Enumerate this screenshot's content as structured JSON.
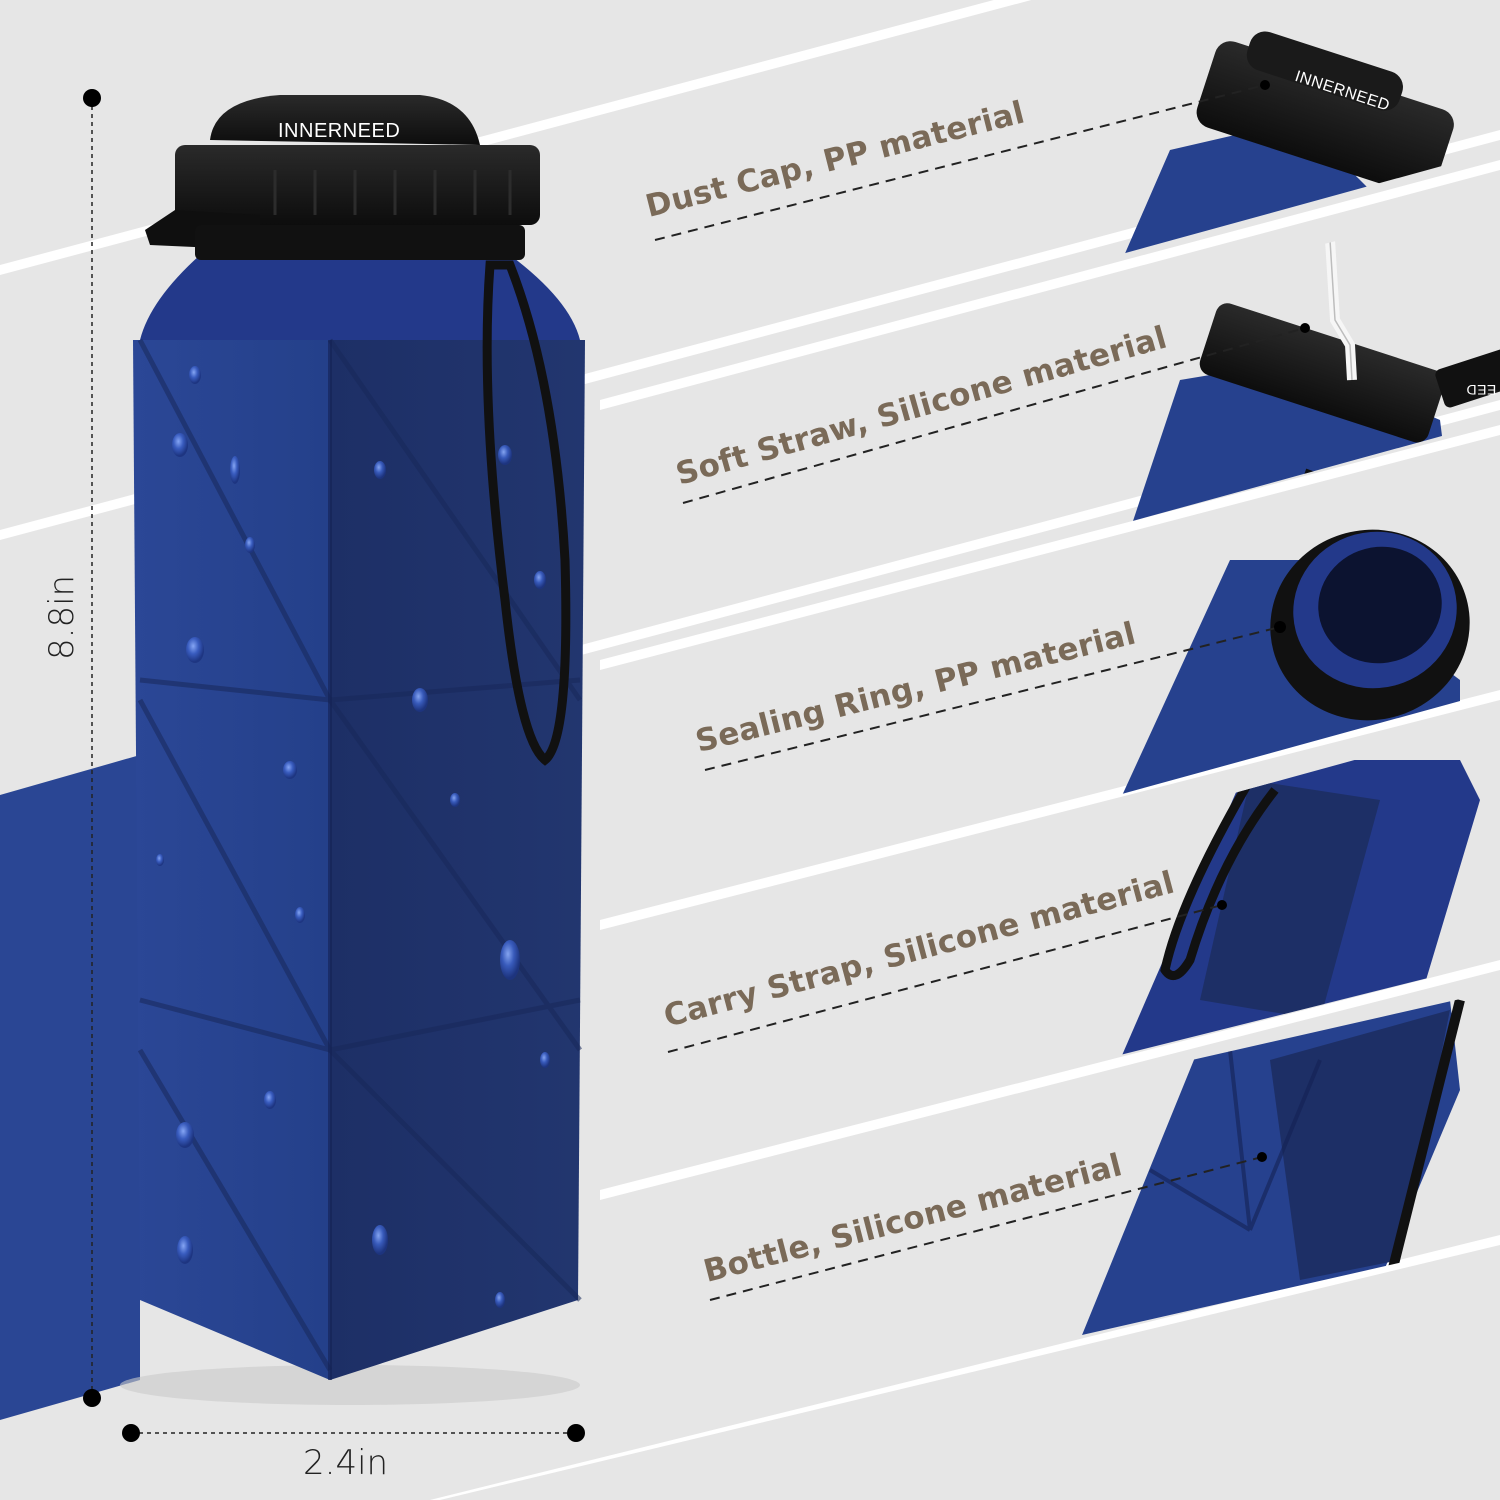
{
  "product": {
    "brand": "INNERNEED",
    "main_color": "#1f3a8a"
  },
  "dimensions": {
    "height": "8.8in",
    "width": "2.4in"
  },
  "callouts": [
    {
      "id": "dust-cap",
      "label": "Dust Cap, PP material"
    },
    {
      "id": "soft-straw",
      "label": "Soft Straw, Silicone material"
    },
    {
      "id": "sealing-ring",
      "label": "Sealing Ring, PP material"
    },
    {
      "id": "carry-strap",
      "label": "Carry Strap, Silicone material"
    },
    {
      "id": "bottle",
      "label": "Bottle, Silicone material"
    }
  ],
  "detail_views": {
    "dust_cap_brand": "INNERNEED",
    "straw_lid_brand_fragment": "EED"
  },
  "colors": {
    "background": "#e6e6e6",
    "stripe": "#ffffff",
    "label_text": "#7a6a58",
    "bottle_light": "#2a4694",
    "bottle_dark": "#1b2c62",
    "cap": "#141414",
    "accent_block": "#2a4694"
  }
}
